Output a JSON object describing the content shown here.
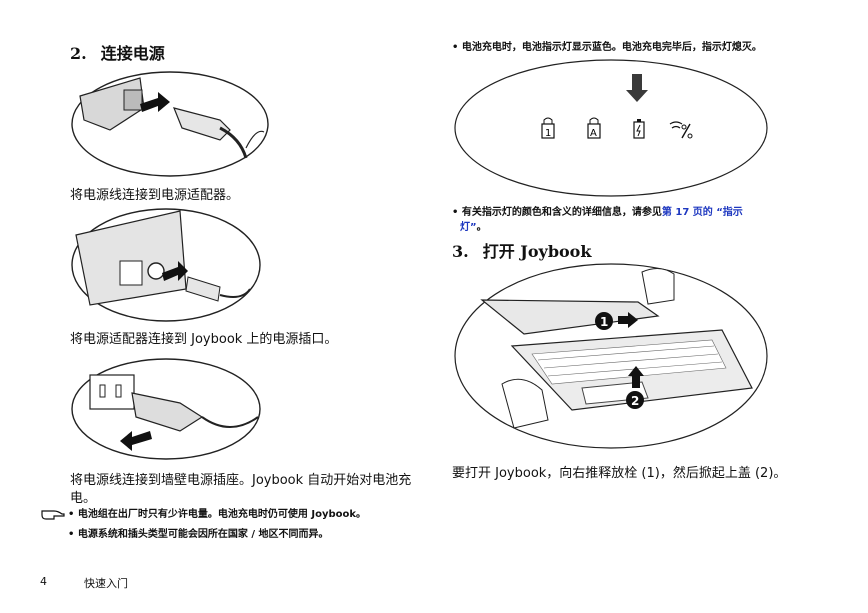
{
  "left": {
    "section_num": "2.",
    "section_title": "连接电源",
    "caption1": "将电源线连接到电源适配器。",
    "caption2": "将电源适配器连接到 Joybook 上的电源插口。",
    "caption3_line1": "将电源线连接到墙壁电源插座。Joybook 自动开始对电池充",
    "caption3_line2": "电。",
    "note1": "• 电池组在出厂时只有少许电量。电池充电时仍可使用 Joybook。",
    "note2": "• 电源系统和插头类型可能会因所在国家 / 地区不同而异。"
  },
  "right": {
    "bullet1": "• 电池充电时，电池指示灯显示蓝色。电池充电完毕后，指示灯熄灭。",
    "bullet2_prefix": "• 有关指示灯的颜色和含义的详细信息，请参见",
    "bullet2_link_line1": "第 17 页的 “指示",
    "bullet2_link_line2": "灯”",
    "bullet2_suffix": "。",
    "section_num": "3.",
    "section_title": "打开 Joybook",
    "caption": "要打开 Joybook，向右推释放栓 (1)，然后掀起上盖 (2)。",
    "step1": "1",
    "step2": "2",
    "indicator_labels": [
      "1",
      "A"
    ]
  },
  "footer": {
    "page_number": "4",
    "section_name": "快速入门"
  }
}
